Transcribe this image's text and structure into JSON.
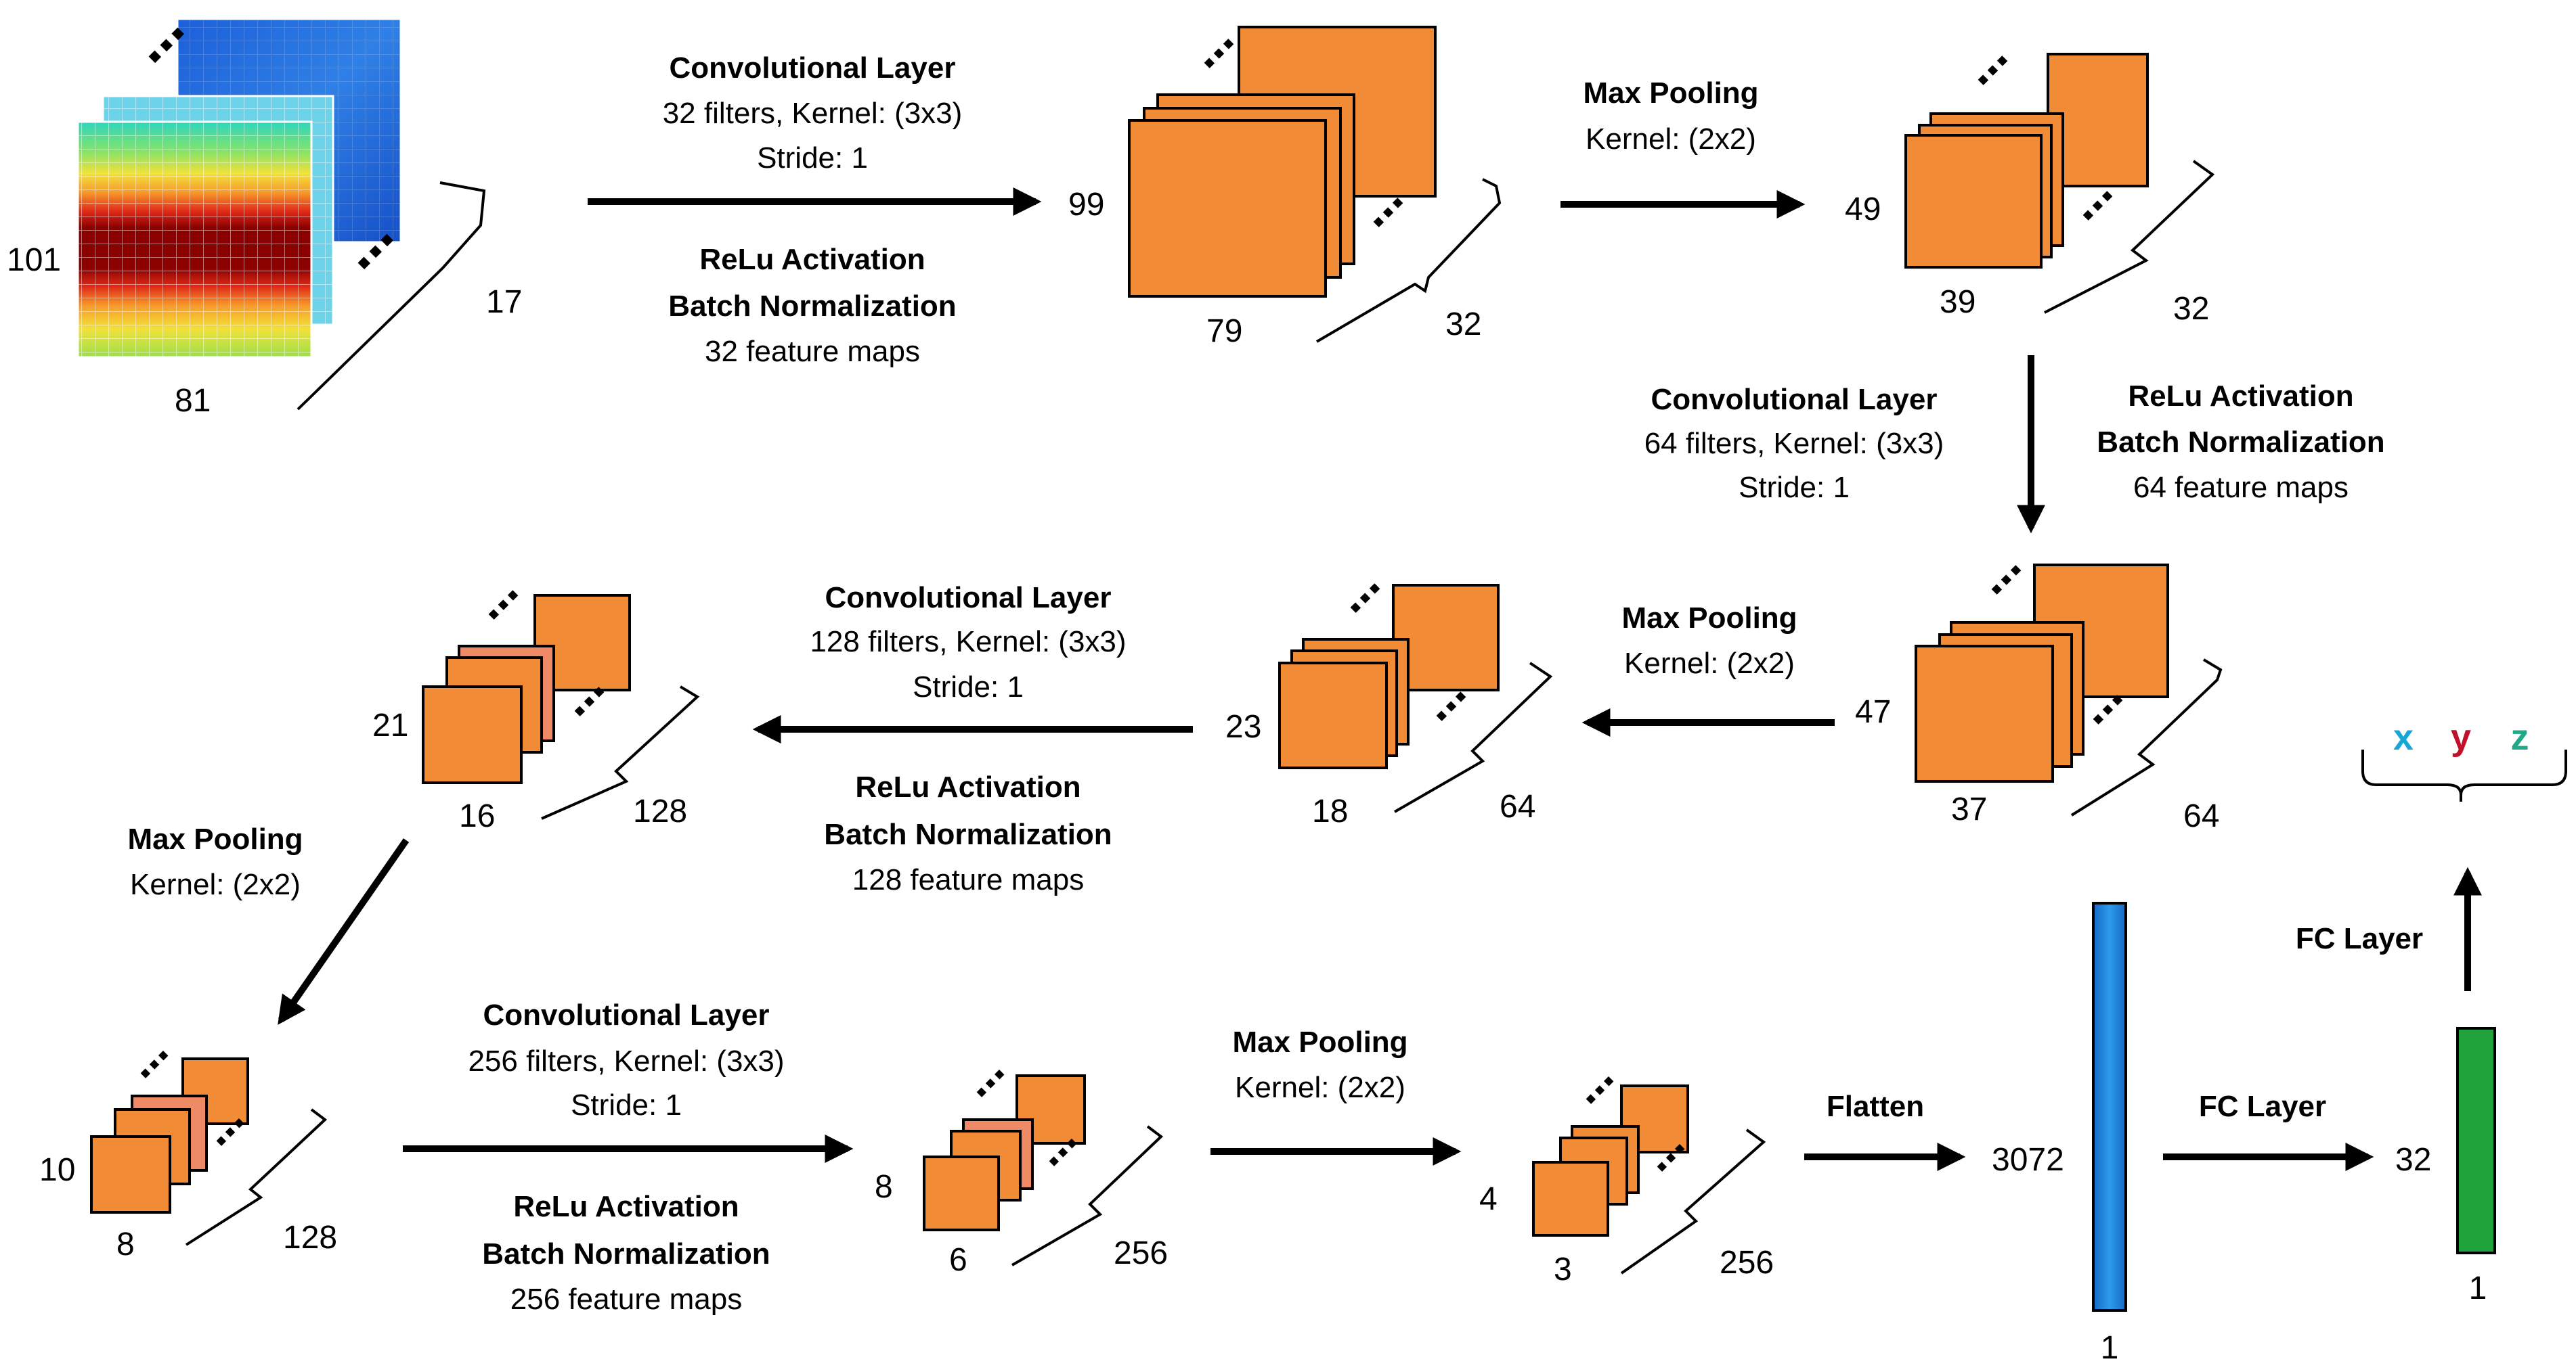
{
  "colors": {
    "map_fill": "#f28b36",
    "map_fill_pink": "#ef8a66",
    "map_stroke": "#000000",
    "flatten_fill": "#1f88d8",
    "fc_fill": "#1fa33a",
    "x_color": "#15a8d6",
    "y_color": "#c0102a",
    "z_color": "#21a889"
  },
  "input": {
    "height": "101",
    "width": "81",
    "channels": "17",
    "ellipsis_top": "⋯",
    "ellipsis_side": "⋯"
  },
  "ops": {
    "conv1": {
      "title": "Convolutional Layer",
      "line1": "32 filters, Kernel: (3x3)",
      "line2": "Stride: 1",
      "act1": "ReLu Activation",
      "act2": "Batch Normalization",
      "act3": "32 feature maps"
    },
    "pool1": {
      "title": "Max Pooling",
      "line1": "Kernel: (2x2)"
    },
    "conv2": {
      "title": "Convolutional Layer",
      "line1": "64 filters, Kernel: (3x3)",
      "line2": "Stride: 1",
      "act1": "ReLu Activation",
      "act2": "Batch Normalization",
      "act3": "64 feature maps"
    },
    "pool2": {
      "title": "Max Pooling",
      "line1": "Kernel: (2x2)"
    },
    "conv3": {
      "title": "Convolutional Layer",
      "line1": "128 filters, Kernel: (3x3)",
      "line2": "Stride: 1",
      "act1": "ReLu Activation",
      "act2": "Batch Normalization",
      "act3": "128 feature maps"
    },
    "pool3": {
      "title": "Max Pooling",
      "line1": "Kernel: (2x2)"
    },
    "conv4": {
      "title": "Convolutional Layer",
      "line1": "256 filters, Kernel: (3x3)",
      "line2": "Stride: 1",
      "act1": "ReLu Activation",
      "act2": "Batch Normalization",
      "act3": "256 feature maps"
    },
    "pool4": {
      "title": "Max Pooling",
      "line1": "Kernel: (2x2)"
    },
    "flatten": {
      "title": "Flatten"
    },
    "fc1": {
      "title": "FC Layer"
    },
    "fc2": {
      "title": "FC Layer"
    }
  },
  "maps": {
    "m1": {
      "height": "99",
      "width": "79",
      "depth": "32"
    },
    "m2": {
      "height": "49",
      "width": "39",
      "depth": "32"
    },
    "m3": {
      "height": "47",
      "width": "37",
      "depth": "64"
    },
    "m4": {
      "height": "23",
      "width": "18",
      "depth": "64"
    },
    "m5": {
      "height": "21",
      "width": "16",
      "depth": "128"
    },
    "m6": {
      "height": "10",
      "width": "8",
      "depth": "128"
    },
    "m7": {
      "height": "8",
      "width": "6",
      "depth": "256"
    },
    "m8": {
      "height": "4",
      "width": "3",
      "depth": "256"
    }
  },
  "flat": {
    "size": "3072",
    "width": "1"
  },
  "fc_vec": {
    "size": "32",
    "width": "1"
  },
  "output": {
    "x": "x",
    "y": "y",
    "z": "z"
  },
  "ellipsis": "⋯"
}
